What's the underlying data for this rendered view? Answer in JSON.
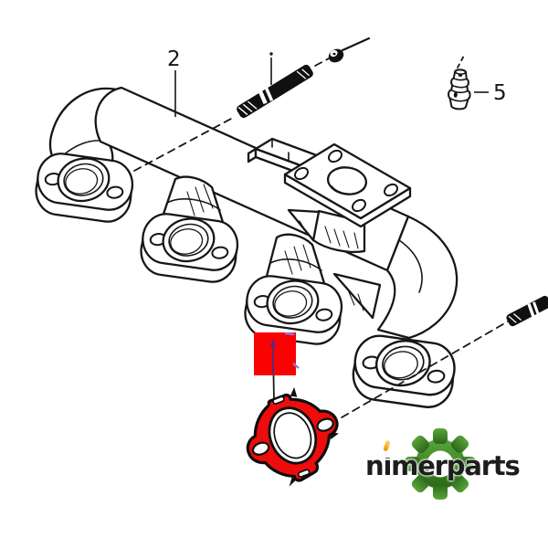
{
  "diagram": {
    "callouts": [
      {
        "label": "2"
      },
      {
        "label": "5"
      }
    ],
    "highlight": {
      "shape": "box-with-leader-to-gasket",
      "color": "#f90202"
    }
  },
  "watermark": {
    "text": "nimerparts"
  },
  "colors": {
    "line": "#161616",
    "highlight_red": "#f90202",
    "leader_in_box": "#5e2a74",
    "artifact_violet": "#9176d6",
    "logo_green_light": "#58a53c",
    "logo_green_dark": "#2b6718",
    "logo_text": "#1d1d1d",
    "logo_accent_orange": "#ee8e07"
  }
}
